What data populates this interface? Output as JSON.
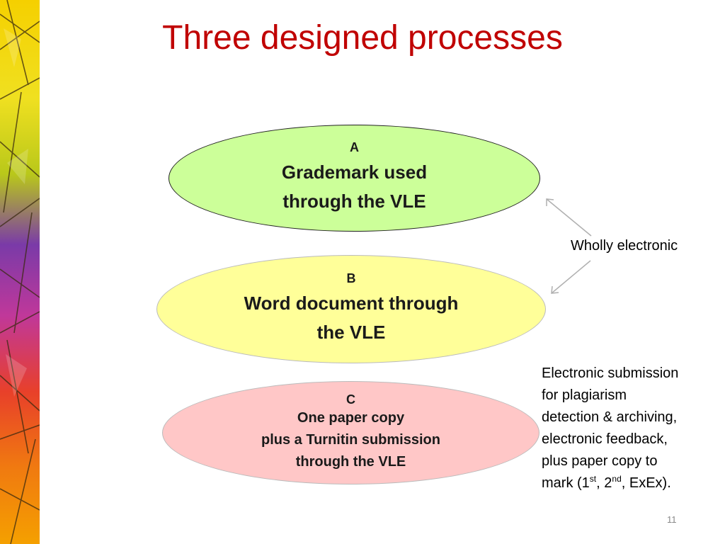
{
  "slide": {
    "title": "Three designed processes",
    "page_number": "11"
  },
  "diagram": {
    "ovals": [
      {
        "letter": "A",
        "lines": [
          "Grademark used",
          "through the VLE"
        ],
        "fill": "#ccff99"
      },
      {
        "letter": "B",
        "lines": [
          "Word document through",
          "the VLE"
        ],
        "fill": "#ffff99"
      },
      {
        "letter": "C",
        "lines": [
          "One paper copy",
          "plus a Turnitin submission",
          "through the VLE"
        ],
        "fill": "#ffc7c7"
      }
    ],
    "wholly_label": "Wholly electronic",
    "note": {
      "l1": "Electronic submission",
      "l2": "for plagiarism",
      "l3": "detection & archiving,",
      "l4": "electronic feedback,",
      "l5": "plus paper copy to",
      "l6a": "mark (1",
      "l6s1": "st",
      "l6b": ", 2",
      "l6s2": "nd",
      "l6c": ", ExEx)."
    }
  },
  "colors": {
    "title": "#c00000"
  }
}
